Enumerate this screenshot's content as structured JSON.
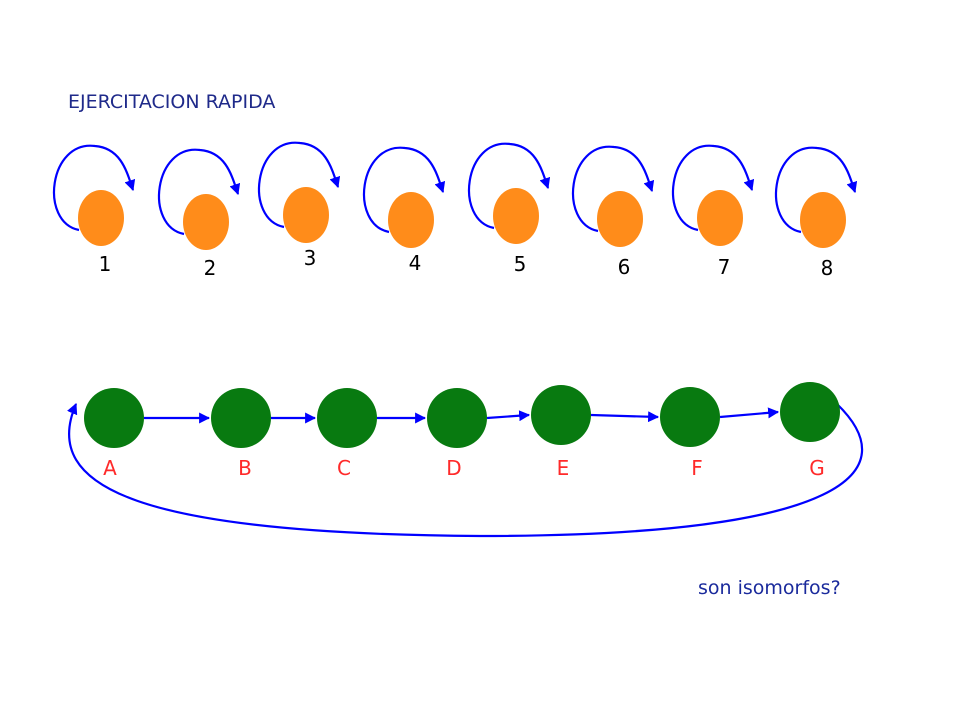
{
  "title": "EJERCITACION RAPIDA",
  "question": "son isomorfos?",
  "colors": {
    "title_text": "#1f2a8a",
    "arrow": "#0000ff",
    "loop_node": "#ff8c1a",
    "chain_node": "#087a10",
    "chain_label": "#ff2a2a",
    "number_text": "#000000",
    "question_text": "#1a2a9c"
  },
  "graph_loops": {
    "nodes": [
      {
        "label": "1"
      },
      {
        "label": "2"
      },
      {
        "label": "3"
      },
      {
        "label": "4"
      },
      {
        "label": "5"
      },
      {
        "label": "6"
      },
      {
        "label": "7"
      },
      {
        "label": "8"
      }
    ],
    "edge_type": "self-loop"
  },
  "graph_cycle": {
    "nodes": [
      {
        "label": "A"
      },
      {
        "label": "B"
      },
      {
        "label": "C"
      },
      {
        "label": "D"
      },
      {
        "label": "E"
      },
      {
        "label": "F"
      },
      {
        "label": "G"
      }
    ],
    "edges": [
      {
        "from": "A",
        "to": "B"
      },
      {
        "from": "B",
        "to": "C"
      },
      {
        "from": "C",
        "to": "D"
      },
      {
        "from": "D",
        "to": "E"
      },
      {
        "from": "E",
        "to": "F"
      },
      {
        "from": "F",
        "to": "G"
      },
      {
        "from": "G",
        "to": "A"
      }
    ]
  }
}
